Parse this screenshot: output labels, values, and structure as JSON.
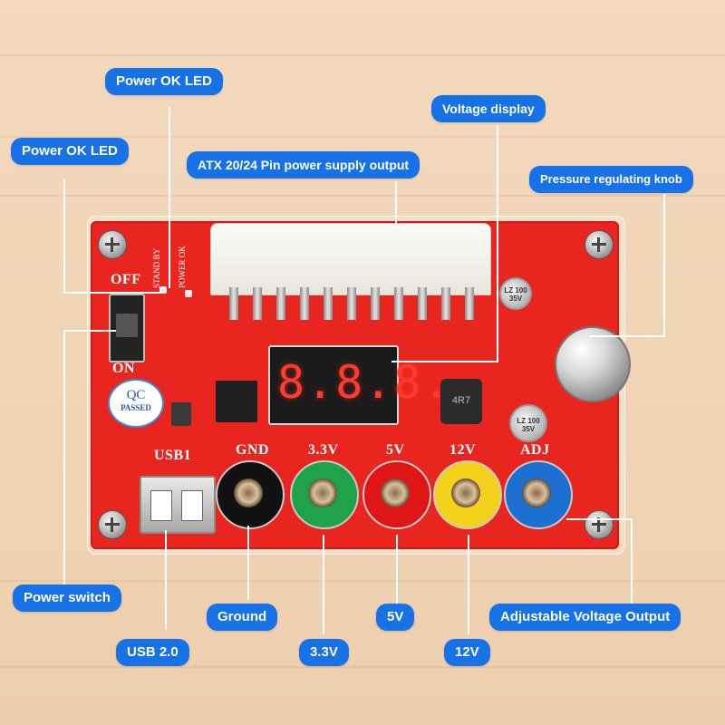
{
  "callouts": {
    "power_ok_led_top": "Power OK LED",
    "power_ok_led_left": "Power OK LED",
    "voltage_display": "Voltage display",
    "atx_output": "ATX 20/24 Pin  power supply output",
    "pressure_knob": "Pressure regulating knob",
    "power_switch": "Power switch",
    "usb": "USB 2.0",
    "ground": "Ground",
    "v33": "3.3V",
    "v5": "5V",
    "v12": "12V",
    "adjustable": "Adjustable Voltage Output"
  },
  "board": {
    "off_label": "OFF",
    "on_label": "ON",
    "usb_label": "USB1",
    "gnd_label": "GND",
    "v33_label": "3.3V",
    "v5_label": "5V",
    "v12_label": "12V",
    "adj_label": "ADJ",
    "stand_by": "STAND BY",
    "power_ok": "POWER OK",
    "display_digits": "8.8.8.",
    "qc_top": "QC",
    "qc_bottom": "PASSED",
    "inductor_label": "4R7",
    "cap_top": "LZ 100 35V",
    "cap_bottom": "LZ 100 35V"
  },
  "colors": {
    "callout_bg": "#1672e6",
    "pcb": "#e8261f",
    "socket_ground": "#111111",
    "socket_33v": "#1ea34a",
    "socket_5v": "#e01616",
    "socket_12v": "#f2d21b",
    "socket_adj": "#1d6fd1"
  }
}
